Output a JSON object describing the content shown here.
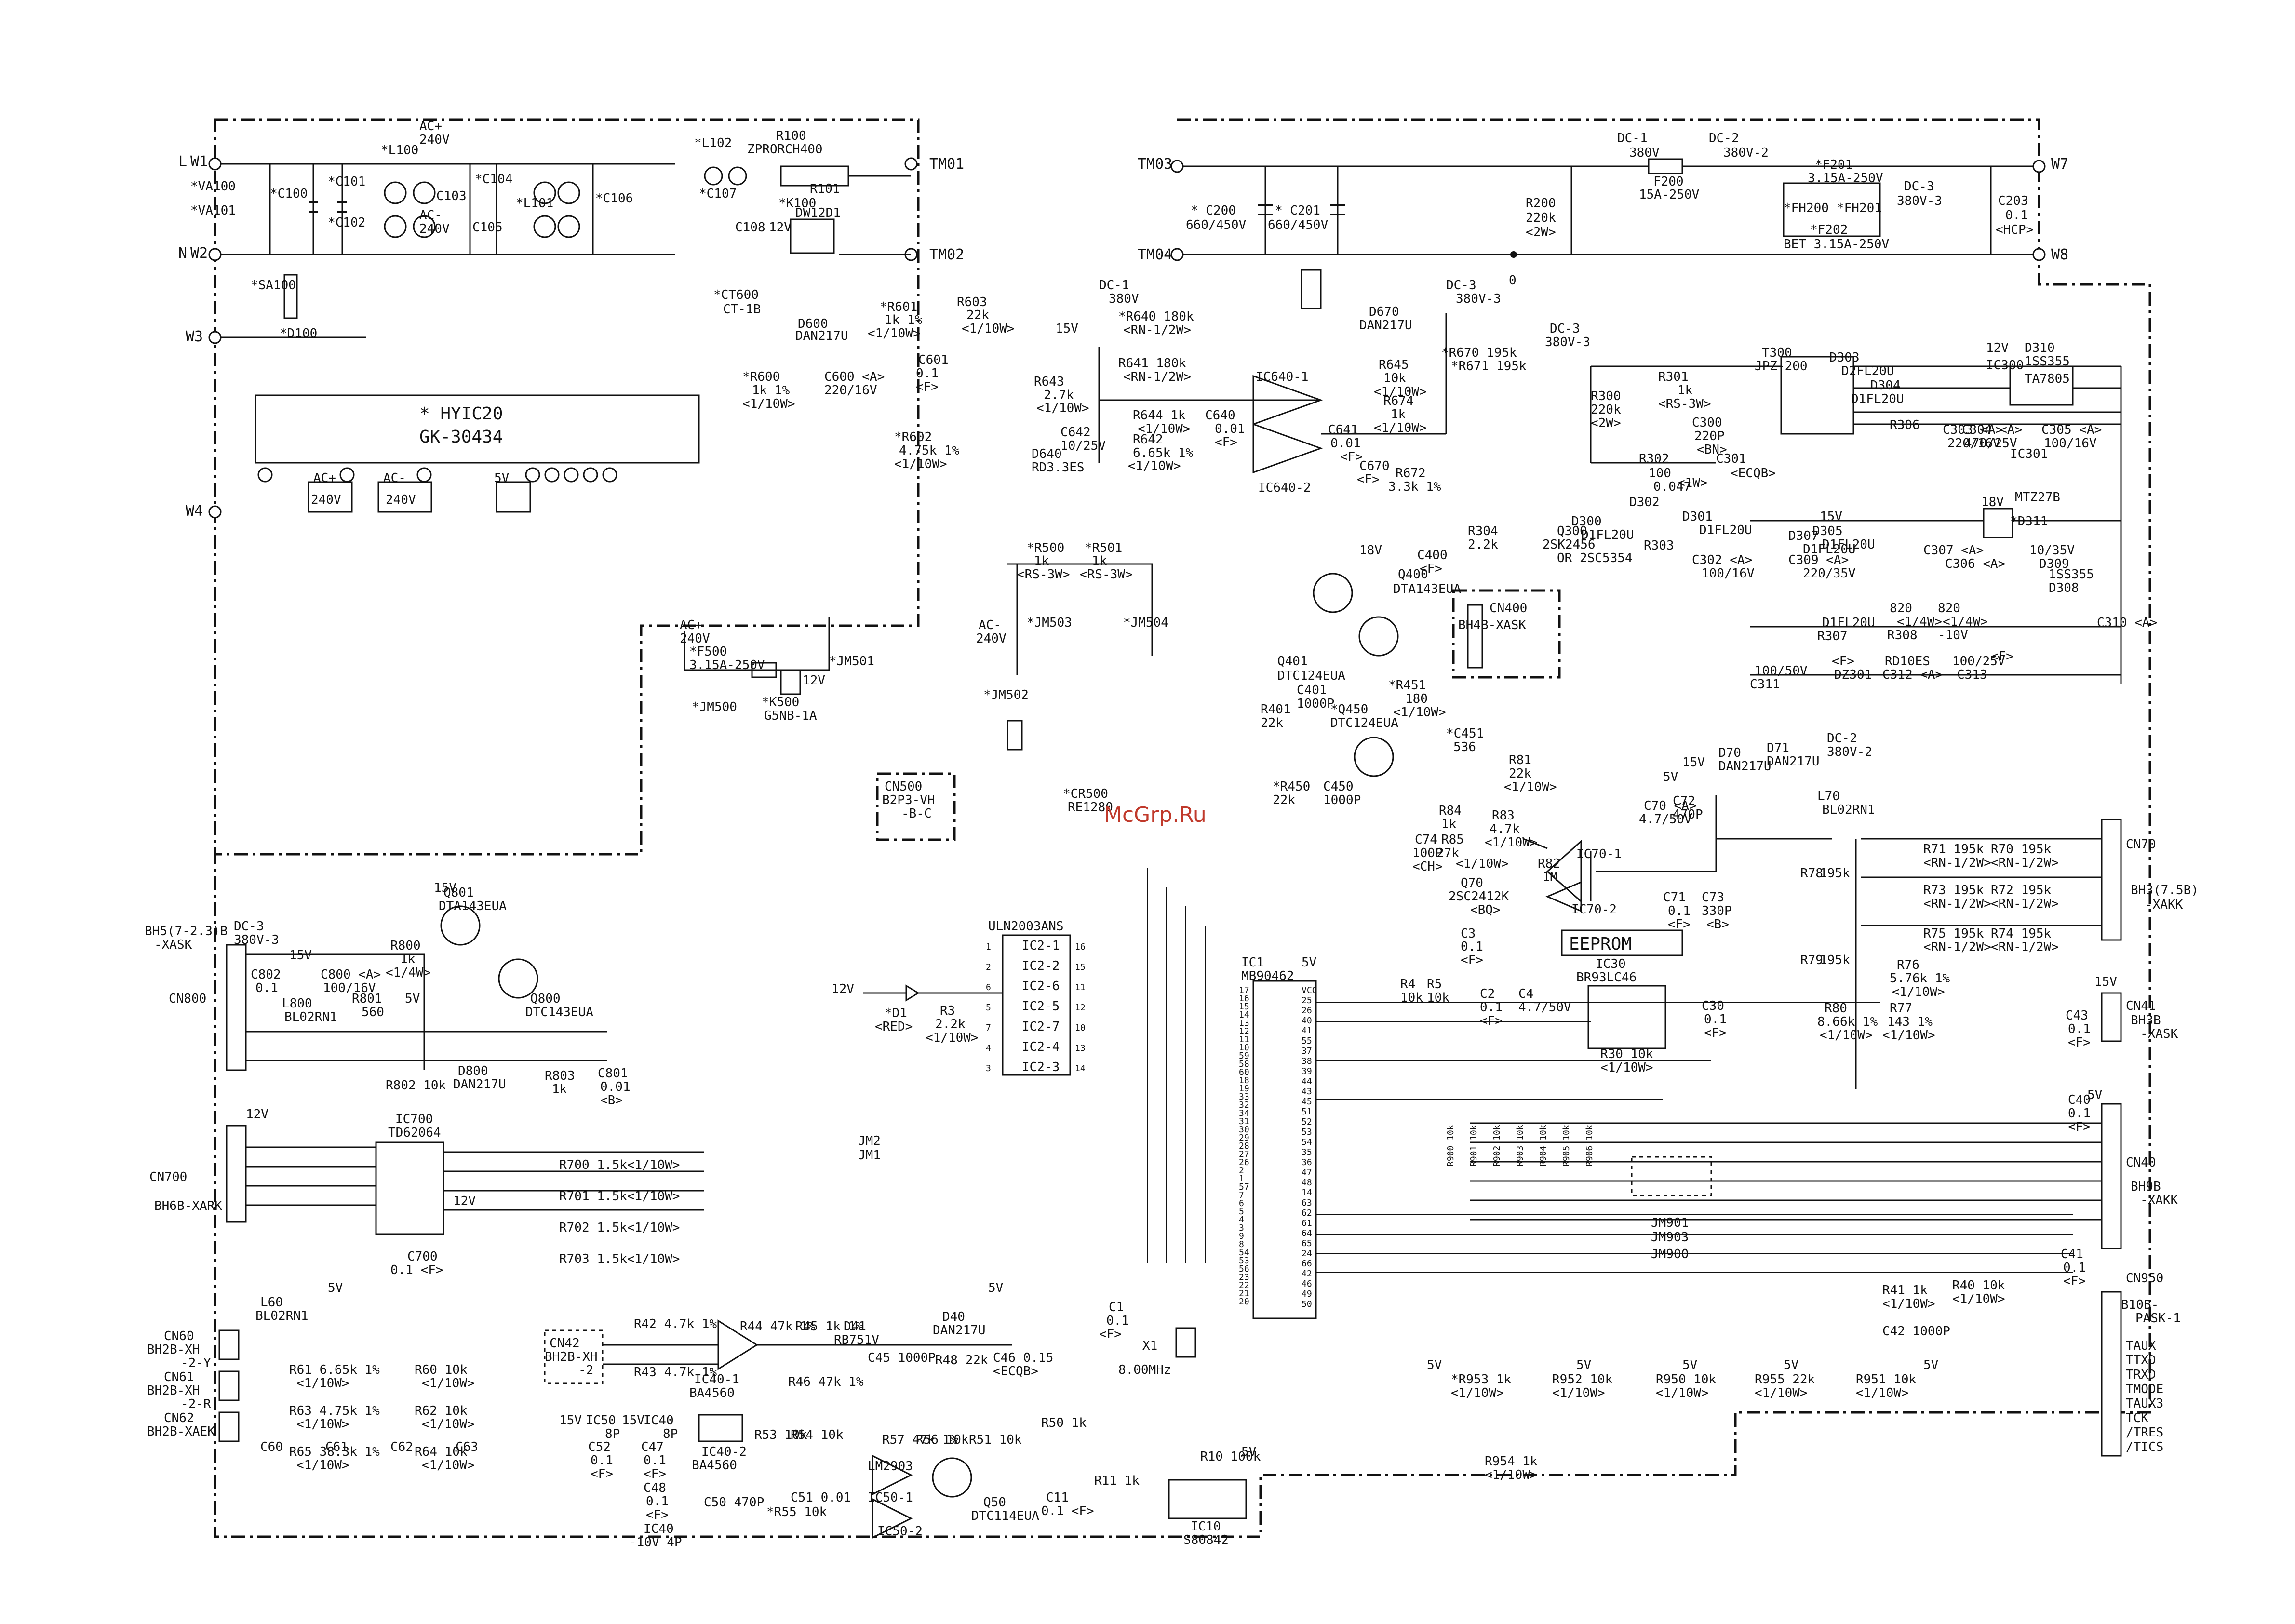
{
  "watermark": "McGrp.Ru",
  "eeprom_label": "EEPROM",
  "input_terminals": {
    "l": {
      "letter": "L",
      "id": "W1"
    },
    "n": {
      "letter": "N",
      "id": "W2"
    },
    "w3": "W3",
    "w4": "W4"
  },
  "output_terminals": {
    "w7": "W7",
    "w8": "W8",
    "tm01": "TM01",
    "tm02": "TM02",
    "tm03": "TM03",
    "tm04": "TM04"
  },
  "filter_labels": [
    "*VA100",
    "*VA101",
    "*SA100",
    "*D100",
    "*C100",
    "*C101",
    "*C102",
    "*L100",
    "AC+",
    "240V",
    "AC-",
    "240V",
    "C103",
    "*C104",
    "C105",
    "*L101",
    "*C106",
    "*L102",
    "*C107",
    "R100",
    "ZPRORCH400",
    "R101",
    "*K100",
    "DW12D1",
    "12V",
    "C108",
    "*CT600",
    "CT-1B",
    "D600",
    "DAN217U",
    "*R601",
    "1k 1%",
    "<1/10W>",
    "R603",
    "22k",
    "<1/10W>",
    "*R600",
    "1k 1%",
    "<1/10W>",
    "C600 <A>",
    "220/16V",
    "C601",
    "0.1",
    "<F>",
    "*R602",
    "4.75k 1%",
    "<1/10W>"
  ],
  "hvic": {
    "name": "* HYIC20",
    "part": "GK-30434",
    "pins": [
      "AC+",
      "240V",
      "AC-",
      "240V",
      "5V"
    ]
  },
  "dc_bus": {
    "dc1": "DC-1",
    "dc1v": "380V",
    "dc2": "DC-2",
    "dc2v": "380V-2",
    "dc3": "DC-3",
    "dc3v": "380V-3",
    "c200": "* C200",
    "c200v": "660/450V",
    "c201": "* C201",
    "c201v": "660/450V",
    "r200": "R200",
    "r200v": "220k",
    "r200w": "<2W>",
    "f200": "F200",
    "f200v": "15A-250V",
    "f201": "*F201",
    "f201v": "3.15A-250V",
    "fh200": "*FH200",
    "fh201": "*FH201",
    "f202": "*F202",
    "f202v": "BET 3.15A-250V",
    "c203": "C203",
    "c203v": "0.1",
    "c203t": "<HCP>",
    "gnd": "0"
  },
  "sense_labels": [
    "DC-1",
    "380V",
    "*R640 180k",
    "<RN-1/2W>",
    "R641 180k",
    "<RN-1/2W>",
    "15V",
    "R643",
    "2.7k",
    "<1/10W>",
    "D640",
    "RD3.3ES",
    "C642",
    "10/25V",
    "R644 1k",
    "<1/10W>",
    "R642",
    "6.65k 1%",
    "<1/10W>",
    "IC640-1",
    "IC640-2",
    "C640",
    "0.01",
    "<F>",
    "C641",
    "0.01",
    "<F>",
    "R645",
    "10k",
    "<1/10W>",
    "R674",
    "1k",
    "<1/10W>",
    "C670",
    "<F>",
    "D670",
    "DAN217U",
    "DC-3",
    "380V-3",
    "*R670 195k",
    "*R671 195k",
    "R672",
    "3.3k 1%"
  ],
  "aux_supply": [
    "DC-3",
    "380V-3",
    "R300",
    "220k",
    "<2W>",
    "R301",
    "1k",
    "<RS-3W>",
    "C300",
    "220P",
    "<BN>",
    "R302",
    "C301",
    "100",
    "0.047",
    "<1W>",
    "<ECQB>",
    "Q300",
    "2SK2456",
    "OR 2SC5354",
    "D300",
    "D1FL20U",
    "D302",
    "D301",
    "D1FL20U",
    "R303",
    "C302 <A>",
    "100/16V",
    "T300",
    "JPZ-200",
    "D303",
    "D2FL20U",
    "D304",
    "D1FL20U",
    "12V",
    "D310",
    "1SS355",
    "IC300",
    "TA7805",
    "R306",
    "C303 <A>",
    "220/16V",
    "C304 <A>",
    "470/25V",
    "C305 <A>",
    "100/16V",
    "IC301",
    "15V",
    "D305",
    "D1FL20U",
    "18V",
    "D307",
    "D1FL20U",
    "C309 <A>",
    "220/35V",
    "C307 <A>",
    "C306 <A>",
    "10/35V",
    "D309",
    "MTZ27B",
    "*D311",
    "1SS355",
    "D308",
    "D1FL20U",
    "R307",
    "820",
    "<1/4W>",
    "R308",
    "820",
    "<1/4W>",
    "-10V",
    "C310 <A>",
    "100/50V",
    "C311",
    "<F>",
    "DZ301",
    "RD10ES",
    "C312 <A>",
    "100/25V",
    "C313",
    "<F>"
  ],
  "ic1": {
    "name": "IC1",
    "part": "MB90462",
    "vcc": "5V"
  },
  "ic1_pins_left": [
    "17",
    "16",
    "15",
    "14",
    "13",
    "12",
    "11",
    "10",
    "59",
    "58",
    "60",
    "18",
    "19",
    "33",
    "32",
    "34",
    "31",
    "30",
    "29",
    "28",
    "27",
    "26",
    "2",
    "1",
    "57",
    "7",
    "6",
    "5",
    "4",
    "3",
    "9",
    "8",
    "54",
    "53",
    "56",
    "23",
    "22",
    "21",
    "20"
  ],
  "ic1_pins_right": [
    "VCC",
    "25",
    "26",
    "40",
    "41",
    "55",
    "37",
    "38",
    "39",
    "44",
    "43",
    "45",
    "51",
    "52",
    "53",
    "54",
    "35",
    "36",
    "47",
    "48",
    "14",
    "63",
    "62",
    "61",
    "64",
    "65",
    "24",
    "66",
    "42",
    "46",
    "49",
    "50"
  ],
  "uln": {
    "name": "ULN2003ANS",
    "channels": [
      "IC2-1",
      "IC2-2",
      "IC2-6",
      "IC2-5",
      "IC2-7",
      "IC2-4",
      "IC2-3"
    ],
    "pins_l": [
      "1",
      "2",
      "6",
      "5",
      "7",
      "4",
      "3"
    ],
    "pins_r": [
      "16",
      "15",
      "11",
      "12",
      "10",
      "13",
      "14"
    ]
  },
  "led": {
    "ref": "*D1",
    "color": "<RED>",
    "supply": "12V",
    "res": "R3",
    "val": "2.2k",
    "w": "<1/10W>"
  },
  "eeprom": {
    "ic": "IC30",
    "part": "BR93LC46",
    "c3": "C3",
    "c3v": "0.1",
    "c3t": "<F>",
    "c4": "C4",
    "c4v": "4.7/50V",
    "c2": "C2",
    "c2v": "0.1",
    "c2t": "<F>",
    "c30": "C30",
    "c30v": "0.1",
    "c30t": "<F>",
    "r30": "R30 10k",
    "r30w": "<1/10W>",
    "r4": "R4",
    "r4v": "10k",
    "r5": "R5",
    "r5v": "10k"
  },
  "ipm_drive": {
    "q401": "Q401",
    "q401p": "DTC124EUA",
    "q400": "Q400",
    "q400p": "DTA143EUA",
    "v18": "18V",
    "c400": "C400",
    "c400t": "<F>",
    "c401": "C401",
    "c401v": "1000P",
    "r401": "R401",
    "r401v": "22k",
    "r304": "R304",
    "r304v": "2.2k",
    "cn400": "CN400",
    "cn400p": "BH4B-XASK",
    "q450": "*Q450",
    "q450p": "DTC124EUA",
    "r451": "*R451",
    "r451v": "180",
    "r451w": "<1/10W>",
    "c451": "*C451",
    "c451v": "536",
    "c450": "C450",
    "c450v": "1000P",
    "r450": "*R450",
    "r450v": "22k"
  },
  "relay_ctrl": {
    "r500": "*R500",
    "r500v": "1k",
    "r500w": "<RS-3W>",
    "r501": "*R501",
    "r501v": "1k",
    "r501w": "<RS-3W>",
    "jm503": "*JM503",
    "jm504": "*JM504",
    "jm502": "*JM502",
    "ac": "AC-",
    "acv": "240V",
    "acp": "AC+",
    "acpv": "240V",
    "f500": "*F500",
    "f500v": "3.15A-250V",
    "jm500": "*JM500",
    "jm501": "*JM501",
    "k500": "*K500",
    "k500p": "G5NB-1A",
    "v12": "12V",
    "cn500": "CN500",
    "cn500p": "B2P3-VH",
    "cn500t": "-B-C",
    "cr500": "*CR500",
    "cr500p": "RE1280"
  },
  "current_amp": [
    "R84",
    "1k",
    "R85",
    "27k",
    "<1/10W>",
    "R83",
    "4.7k",
    "<1/10W>",
    "R81",
    "22k",
    "<1/10W>",
    "C74",
    "100P",
    "<CH>",
    "Q70",
    "2SC2412K",
    "<BQ>",
    "R82",
    "1M",
    "IC70-1",
    "IC70-2",
    "C70 <A>",
    "4.7/50V",
    "C71",
    "0.1",
    "<F>",
    "C72",
    "470P",
    "C73",
    "330P",
    "<B>",
    "D70",
    "DAN217U",
    "D71",
    "DAN217U",
    "15V",
    "5V",
    "DC-2",
    "380V-2",
    "L70",
    "BL02RN1"
  ],
  "cn70": {
    "ref": "CN70",
    "part": "BH3(7.5B)",
    "suffix": "-XAKK",
    "res": [
      "R71 195k",
      "R70 195k",
      "R73 195k",
      "R72 195k",
      "R75 195k",
      "R74 195k"
    ],
    "rn": "<RN-1/2W>",
    "r78": "R78",
    "r78v": "195k",
    "r79": "R79",
    "r79v": "195k",
    "r76": "R76",
    "r76v": "5.76k 1%",
    "r80": "R80",
    "r80v": "8.66k 1%",
    "r77": "R77",
    "r77v": "143 1%",
    "w": "<1/10W>"
  },
  "cn800": {
    "ref": "CN800",
    "part": "BH5(7-2.3)B",
    "suffix": "-XASK",
    "dc3": "DC-3",
    "dc3v": "380V-3",
    "q801": "Q801",
    "q801p": "DTA143EUA",
    "q800": "Q800",
    "q800p": "DTC143EUA",
    "r800": "R800",
    "r800v": "1k",
    "r800w": "<1/4W>",
    "c802": "C802",
    "c802v": "0.1",
    "l800": "L800",
    "l800p": "BL02RN1",
    "c800": "C800 <A>",
    "c800v": "100/16V",
    "r801": "R801",
    "r801v": "560",
    "r802": "R802 10k",
    "d800": "D800",
    "d800p": "DAN217U",
    "r803": "R803",
    "r803v": "1k",
    "c801": "C801",
    "c801v": "0.01",
    "c801t": "<B>",
    "v15": "15V",
    "v5": "5V"
  },
  "cn700": {
    "ref": "CN700",
    "part": "BH6B-XARK",
    "ic": "IC700",
    "icp": "TD62064",
    "v12": "12V",
    "c700": "C700",
    "c700v": "0.1 <F>",
    "res": [
      "R700 1.5k<1/10W>",
      "R701 1.5k<1/10W>",
      "R702 1.5k<1/10W>",
      "R703 1.5k<1/10W>"
    ]
  },
  "cn60": {
    "refs": [
      "CN60",
      "CN61",
      "CN62"
    ],
    "parts": [
      "BH2B-XH",
      "BH2B-XH",
      "BH2B-XAEK"
    ],
    "tags": [
      "-2-Y",
      "-2-R",
      ""
    ],
    "l60": "L60",
    "l60p": "BL02RN1",
    "v5": "5V",
    "res": [
      "R61 6.65k 1%",
      "R60 10k",
      "R63 4.75k 1%",
      "R62 10k",
      "R65 38.3k 1%",
      "R64 10k"
    ],
    "caps": [
      "C60",
      "C61",
      "C62",
      "C63"
    ],
    "w": "<1/10W>"
  },
  "cn42": {
    "ref": "CN42",
    "part": "BH2B-XH",
    "tag": "-2",
    "r42": "R42 4.7k 1%",
    "r43": "R43 4.7k 1%",
    "ic40": "IC40-1",
    "ic40p": "BA4560",
    "r44": "R44 47k 1%",
    "r45": "R45 1k 1%",
    "d41": "D41",
    "d41p": "RB751V",
    "r46": "R46 47k 1%",
    "c45": "C45 1000P",
    "r48": "R48 22k",
    "c46": "C46 0.15",
    "c46t": "<ECQB>",
    "d40": "D40",
    "d40p": "DAN217U",
    "v5": "5V"
  },
  "pwr_caps": [
    "15V",
    "IC50",
    "8P",
    "15V",
    "IC40",
    "8P",
    "C52",
    "0.1",
    "<F>",
    "C47",
    "0.1",
    "<F>",
    "C48",
    "0.1",
    "<F>",
    "IC40",
    "-10V 4P"
  ],
  "comparator": {
    "ic402": "IC40-2",
    "ic402p": "BA4560",
    "r53": "R53 10k",
    "r54": "R54 10k",
    "r57": "R57 47k 1%",
    "ic501": "IC50-1",
    "ic502": "IC50-2",
    "ic50p": "LM2903",
    "r56": "R56 10k",
    "r51": "R51 10k",
    "q50": "Q50",
    "q50p": "DTC114EUA",
    "c50": "C50 470P",
    "r55": "*R55 10k",
    "c51": "C51 0.01",
    "c11": "C11",
    "c11v": "0.1 <F>",
    "r50": "R50 1k",
    "r11": "R11 1k",
    "r10": "R10 100k",
    "ic10": "IC10",
    "ic10p": "S80842",
    "v5": "5V"
  },
  "oscillator": {
    "c1": "C1",
    "c1v": "0.1",
    "c1t": "<F>",
    "x1": "X1",
    "x1v": "8.00MHz"
  },
  "jumpers": [
    "JM2",
    "JM1",
    "JM901",
    "JM903",
    "JM900"
  ],
  "pullups": [
    "R900 10k",
    "R901 10k",
    "R902 10k",
    "R903 10k",
    "R904 10k",
    "R905 10k",
    "R906 10k"
  ],
  "cn41": {
    "ref": "CN41",
    "part": "BH3B",
    "suffix": "-XASK",
    "c43": "C43",
    "c43v": "0.1",
    "c43t": "<F>",
    "v15": "15V"
  },
  "cn40": {
    "ref": "CN40",
    "part": "BH9B",
    "suffix": "-XAKK",
    "c40": "C40",
    "c40v": "0.1",
    "c40t": "<F>",
    "c41": "C41",
    "c41v": "0.1",
    "c41t": "<F>",
    "v5": "5V"
  },
  "cn950": {
    "ref": "CN950",
    "part": "B10B-",
    "suffix": "PASK-1",
    "signals": [
      "TAUX",
      "TTXD",
      "TRXD",
      "TMODE",
      "TAUX3",
      "TCK",
      "/TRES",
      "/TICS"
    ],
    "r41": "R41 1k",
    "r40": "R40 10k",
    "c42": "C42 1000P",
    "res": [
      "*R953 1k",
      "R952 10k",
      "R950 10k",
      "R955 22k",
      "R951 10k",
      "R954 1k"
    ],
    "w": "<1/10W>",
    "v5": "5V"
  }
}
